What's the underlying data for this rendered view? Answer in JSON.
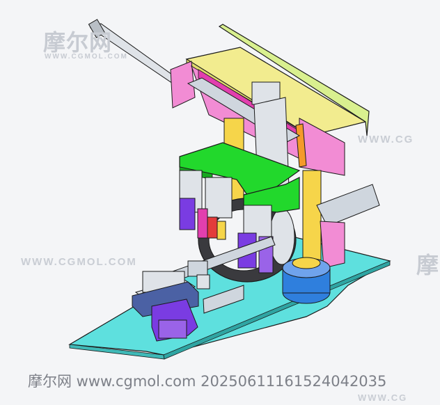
{
  "watermarks": {
    "logo_text": "摩尔网",
    "logo_url": "WWW.CGMOL.COM",
    "mid_url": "WWW.CGMOL.COM",
    "right_url": "WWW.CG",
    "right_logo": "摩",
    "bottom_right_url": "WWW.CG"
  },
  "footer": {
    "caption": "摩尔网 www.cgmol.com 20250611161524042035"
  },
  "colors": {
    "background": "#f4f5f7",
    "base_plate": "#5ee0de",
    "beam_top": "#f2ec8f",
    "upright_panel": "#88e68a",
    "green_plate": "#22d82c",
    "pink": "#f28cd4",
    "magenta": "#e23fae",
    "column": "#f6d54a",
    "rail": "#cfd6de",
    "blue_base": "#2f7fdd",
    "purple": "#7a3ce2",
    "violet": "#9a63e8",
    "orange": "#f49a2a",
    "red": "#e33b3b",
    "dark_ring": "#4a4a4e",
    "slate_blue": "#4b61a4",
    "light_blue": "#6fa3ec"
  }
}
